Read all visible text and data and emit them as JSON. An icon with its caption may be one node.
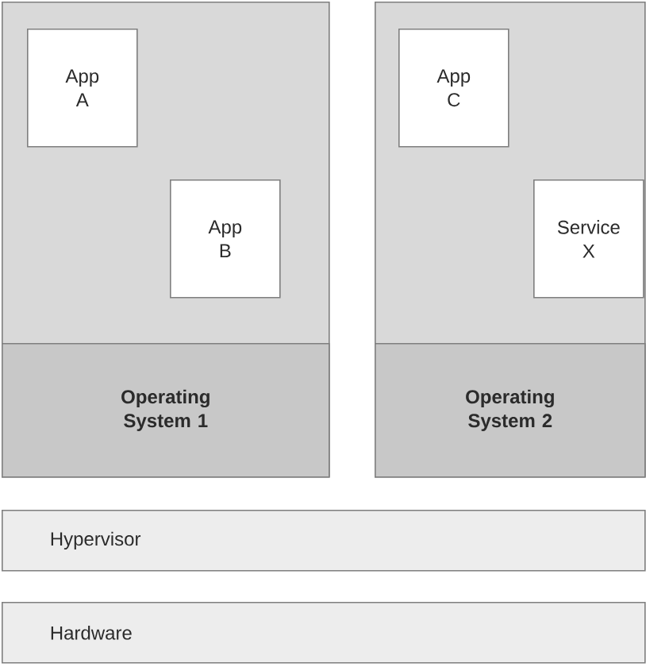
{
  "diagram": {
    "nodes": [
      {
        "text": [],
        "shape": "box"
      },
      {
        "text": [
          "App A"
        ],
        "in": 0
      },
      {
        "text": [
          "App B"
        ],
        "in": 0
      },
      {
        "text": [
          "Operating System 1"
        ],
        "in": 0
      },
      {
        "text": [],
        "shape": "box"
      },
      {
        "text": [
          "App C"
        ],
        "in": 4
      },
      {
        "text": [
          "Service X"
        ],
        "in": 4
      },
      {
        "text": [
          "Operating System 2"
        ],
        "in": 4
      },
      {
        "text": [
          "Hypervisor"
        ]
      },
      {
        "text": [
          "Hardware"
        ]
      }
    ]
  }
}
